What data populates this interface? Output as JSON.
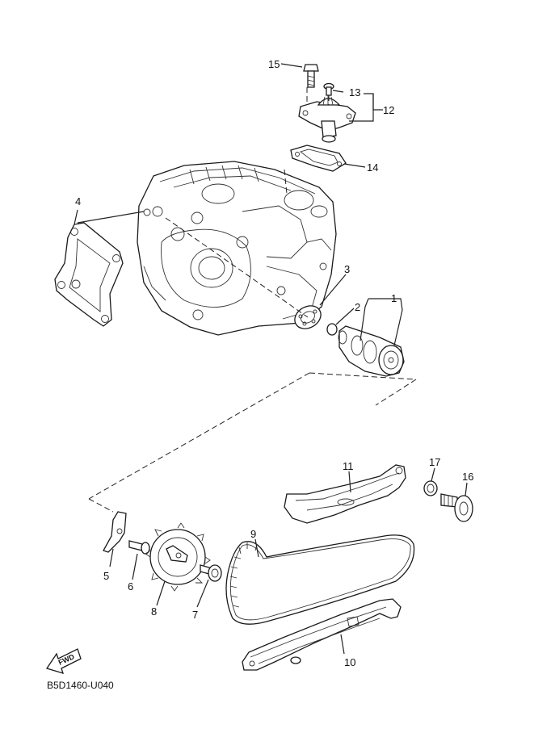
{
  "labels": {
    "p1": "1",
    "p2": "2",
    "p3": "3",
    "p4": "4",
    "p5": "5",
    "p6": "6",
    "p7": "7",
    "p8": "8",
    "p9": "9",
    "p10": "10",
    "p11": "11",
    "p12": "12",
    "p13": "13",
    "p14": "14",
    "p15": "15",
    "p16": "16",
    "p17": "17"
  },
  "fwd_label": "FWD",
  "diagram_code": "B5D1460-U040",
  "icon": "fwd-arrow-icon"
}
